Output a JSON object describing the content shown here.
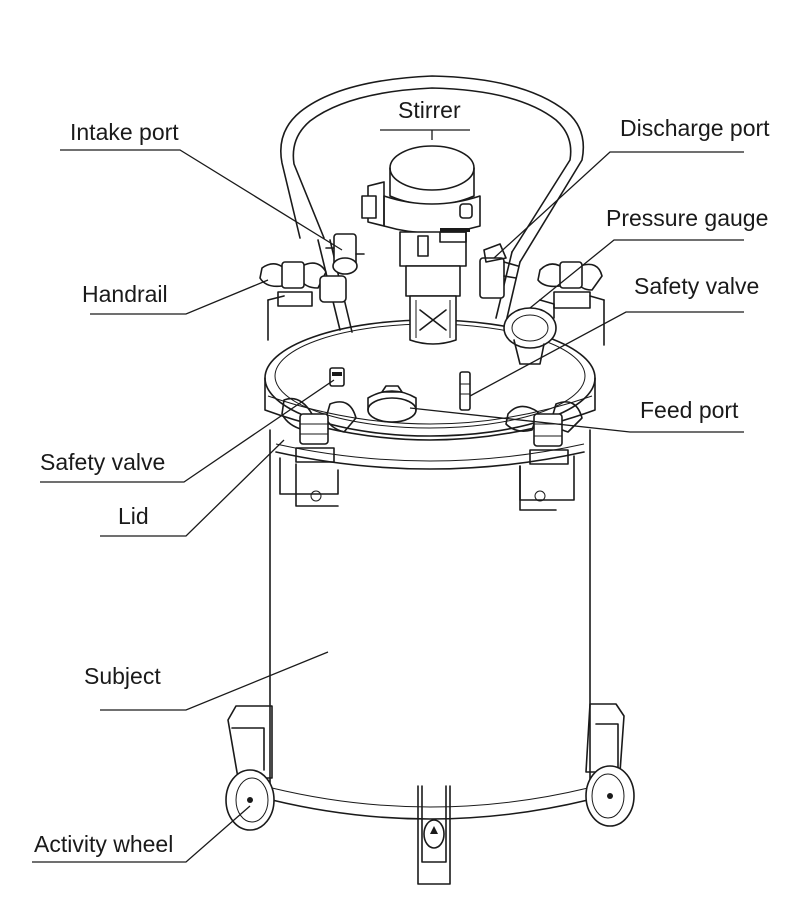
{
  "labels": {
    "stirrer": "Stirrer",
    "intake_port": "Intake port",
    "discharge_port": "Discharge port",
    "pressure_gauge": "Pressure gauge",
    "handrail": "Handrail",
    "safety_valve_right": "Safety valve",
    "feed_port": "Feed port",
    "safety_valve_left": "Safety valve",
    "lid": "Lid",
    "subject": "Subject",
    "activity_wheel": "Activity wheel"
  },
  "colors": {
    "line": "#1a1a1a",
    "background": "#ffffff"
  }
}
